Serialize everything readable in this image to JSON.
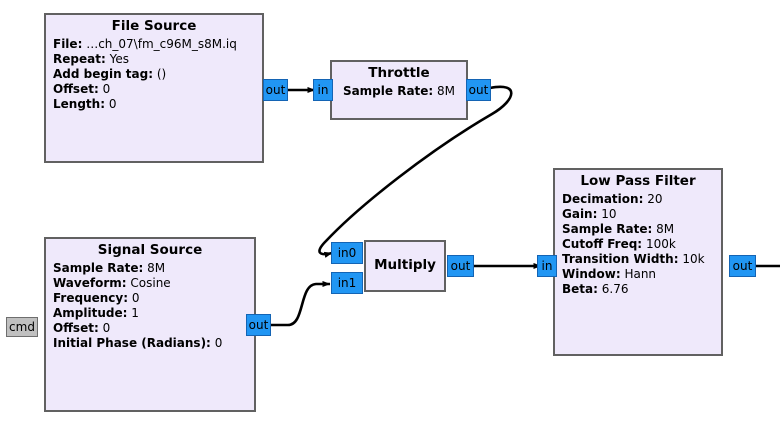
{
  "app": {
    "title": "GNU Radio Companion Flowgraph",
    "canvas_background": "#ffffff",
    "block_fill": "#efe9fb",
    "block_border": "#616161",
    "port_fill": "#2196f3",
    "port_border": "#1464b4",
    "message_port_fill": "#c0c0c0",
    "wire_color": "#000000"
  },
  "blocks": {
    "file_source": {
      "title": "File Source",
      "params": [
        {
          "key": "File:",
          "value": "…ch_07\\fm_c96M_s8M.iq"
        },
        {
          "key": "Repeat:",
          "value": "Yes"
        },
        {
          "key": "Add begin tag:",
          "value": "()"
        },
        {
          "key": "Offset:",
          "value": "0"
        },
        {
          "key": "Length:",
          "value": "0"
        }
      ],
      "ports": {
        "out": "out"
      }
    },
    "throttle": {
      "title": "Throttle",
      "params": [
        {
          "key": "Sample Rate:",
          "value": "8M"
        }
      ],
      "ports": {
        "in": "in",
        "out": "out"
      }
    },
    "signal_source": {
      "title": "Signal Source",
      "params": [
        {
          "key": "Sample Rate:",
          "value": "8M"
        },
        {
          "key": "Waveform:",
          "value": "Cosine"
        },
        {
          "key": "Frequency:",
          "value": "0"
        },
        {
          "key": "Amplitude:",
          "value": "1"
        },
        {
          "key": "Offset:",
          "value": "0"
        },
        {
          "key": "Initial Phase (Radians):",
          "value": "0"
        }
      ],
      "ports": {
        "cmd": "cmd",
        "out": "out"
      }
    },
    "multiply": {
      "title": "Multiply",
      "params": [],
      "ports": {
        "in0": "in0",
        "in1": "in1",
        "out": "out"
      }
    },
    "low_pass_filter": {
      "title": "Low Pass Filter",
      "params": [
        {
          "key": "Decimation:",
          "value": "20"
        },
        {
          "key": "Gain:",
          "value": "10"
        },
        {
          "key": "Sample Rate:",
          "value": "8M"
        },
        {
          "key": "Cutoff Freq:",
          "value": "100k"
        },
        {
          "key": "Transition Width:",
          "value": "10k"
        },
        {
          "key": "Window:",
          "value": "Hann"
        },
        {
          "key": "Beta:",
          "value": "6.76"
        }
      ],
      "ports": {
        "in": "in",
        "out": "out"
      }
    }
  },
  "connections": [
    {
      "name": "file-source-to-throttle",
      "from": "file_source.out",
      "to": "throttle.in",
      "style": "straight-arrow"
    },
    {
      "name": "throttle-to-multiply-in0",
      "from": "throttle.out",
      "to": "multiply.in0",
      "style": "loop-back-curve"
    },
    {
      "name": "signal-source-to-multiply-in1",
      "from": "signal_source.out",
      "to": "multiply.in1",
      "style": "s-curve"
    },
    {
      "name": "multiply-to-low-pass-filter",
      "from": "multiply.out",
      "to": "low_pass_filter.in",
      "style": "straight-arrow"
    },
    {
      "name": "low-pass-filter-out-stub",
      "from": "low_pass_filter.out",
      "to": "offscreen",
      "style": "straight-stub"
    }
  ]
}
